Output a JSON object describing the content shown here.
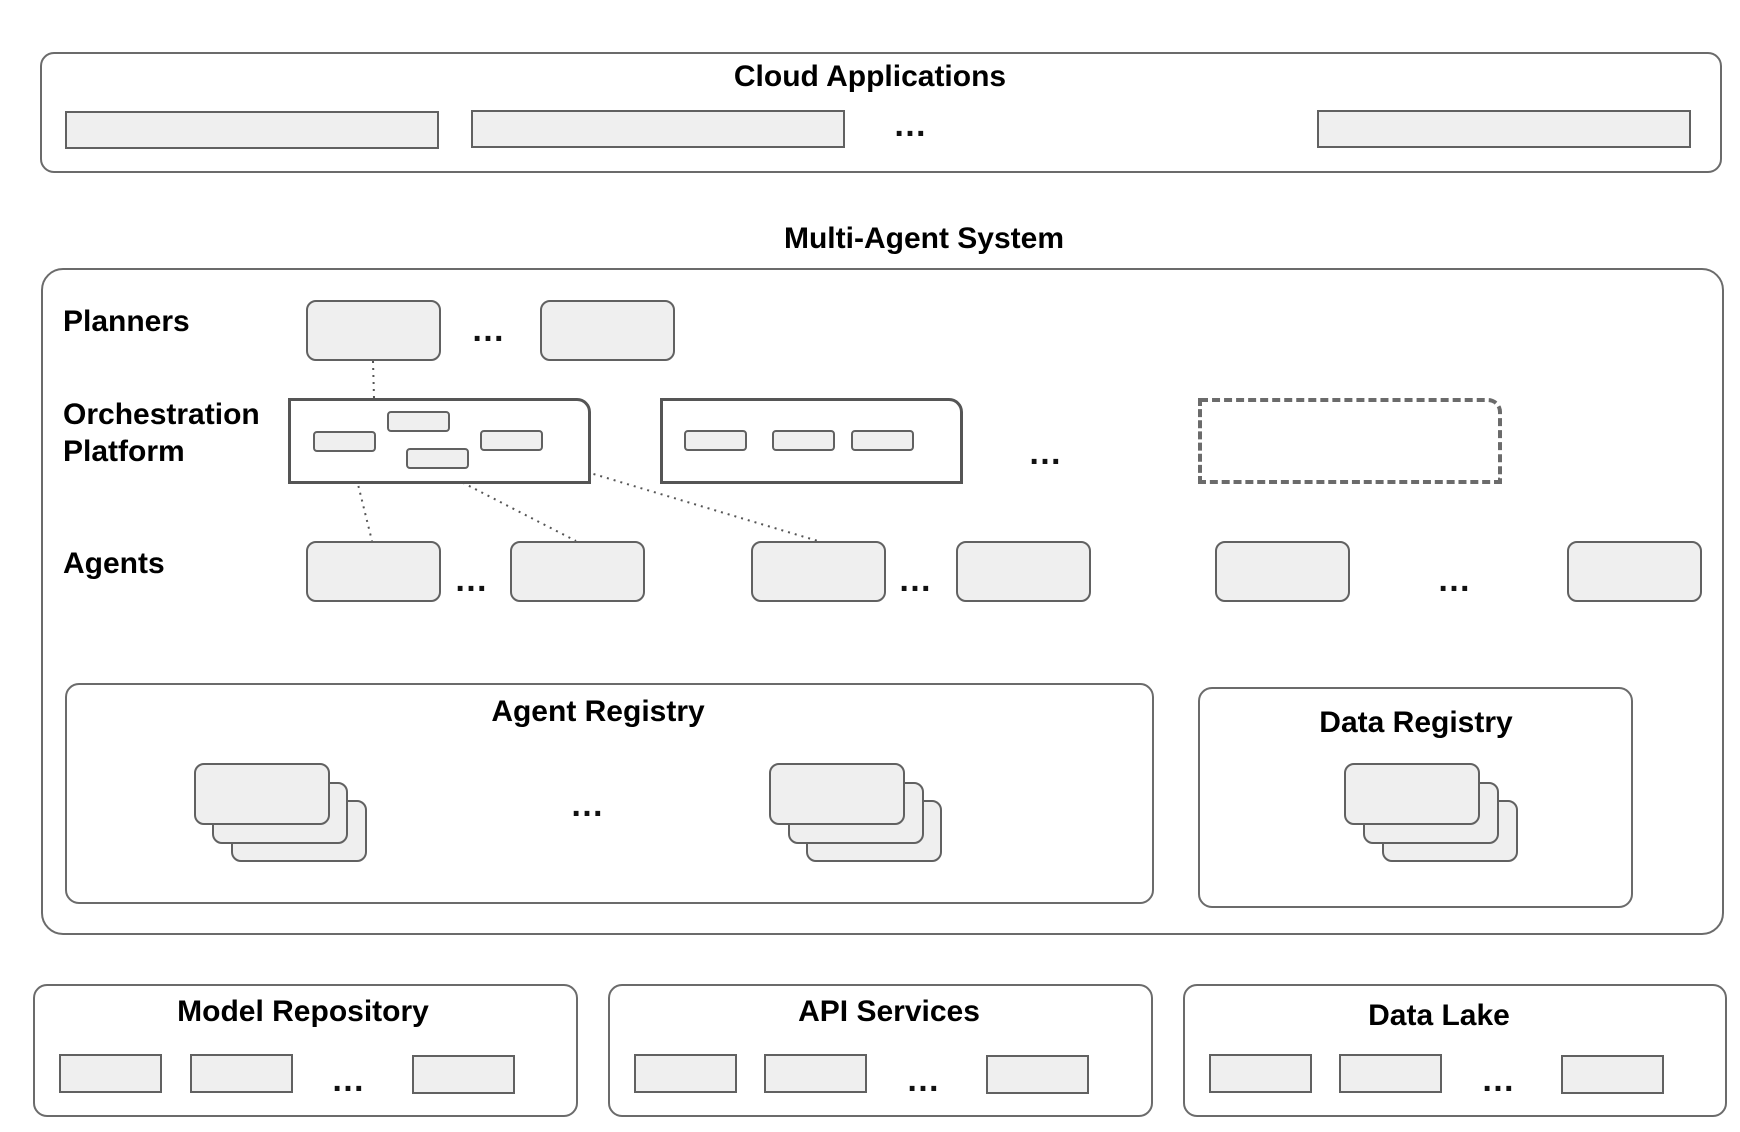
{
  "cloud_applications": {
    "title": "Cloud Applications",
    "ellipsis": "…"
  },
  "multi_agent_system": {
    "title": "Multi-Agent System",
    "rows": {
      "planners": "Planners",
      "orchestration": "Orchestration\nPlatform",
      "agents": "Agents"
    },
    "ellipsis": "…",
    "agent_registry": {
      "title": "Agent Registry",
      "ellipsis": "…"
    },
    "data_registry": {
      "title": "Data Registry"
    }
  },
  "model_repository": {
    "title": "Model Repository",
    "ellipsis": "…"
  },
  "api_services": {
    "title": "API Services",
    "ellipsis": "…"
  },
  "data_lake": {
    "title": "Data Lake",
    "ellipsis": "…"
  },
  "colors": {
    "border": "#6b6b6b",
    "fill": "#efefef",
    "node_border": "#616161"
  }
}
